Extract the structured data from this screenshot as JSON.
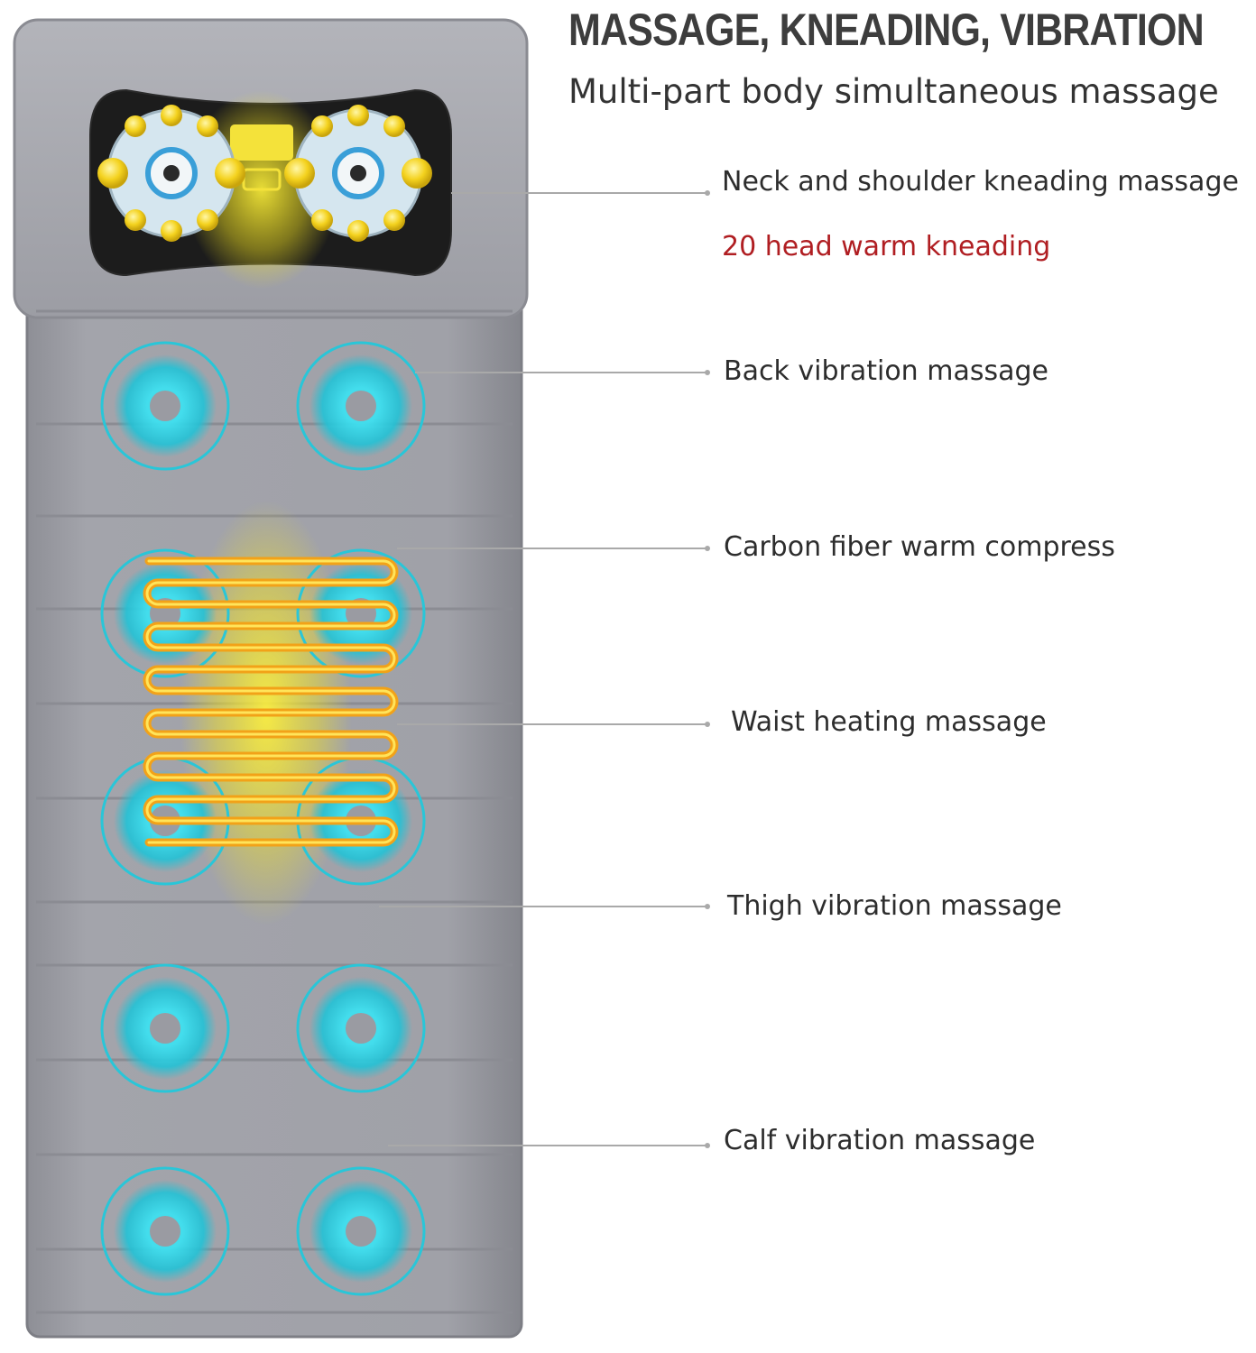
{
  "header": {
    "title": "MASSAGE, KNEADING, VIBRATION",
    "subtitle": "Multi-part body simultaneous massage"
  },
  "callouts": [
    {
      "id": "neck",
      "label": "Neck and shoulder kneading massage"
    },
    {
      "id": "heads",
      "label": "20 head warm kneading"
    },
    {
      "id": "back",
      "label": "Back vibration massage"
    },
    {
      "id": "carbon",
      "label": "Carbon fiber warm compress"
    },
    {
      "id": "waist",
      "label": "Waist heating massage"
    },
    {
      "id": "thigh",
      "label": "Thigh vibration massage"
    },
    {
      "id": "calf",
      "label": "Calf vibration massage"
    }
  ],
  "colors": {
    "mat": "#9a9ba2",
    "vibration_ring": "#29c6d8",
    "heating_wire": "#f2a218",
    "kneading_head": "#f4d21e",
    "title_text": "#3d3d3d",
    "highlight_text": "#b01e22"
  },
  "icons": {
    "kneading_unit": "neck-kneading-unit-icon",
    "vibration_motor": "vibration-motor-icon",
    "heating_wire": "heating-wire-icon"
  }
}
